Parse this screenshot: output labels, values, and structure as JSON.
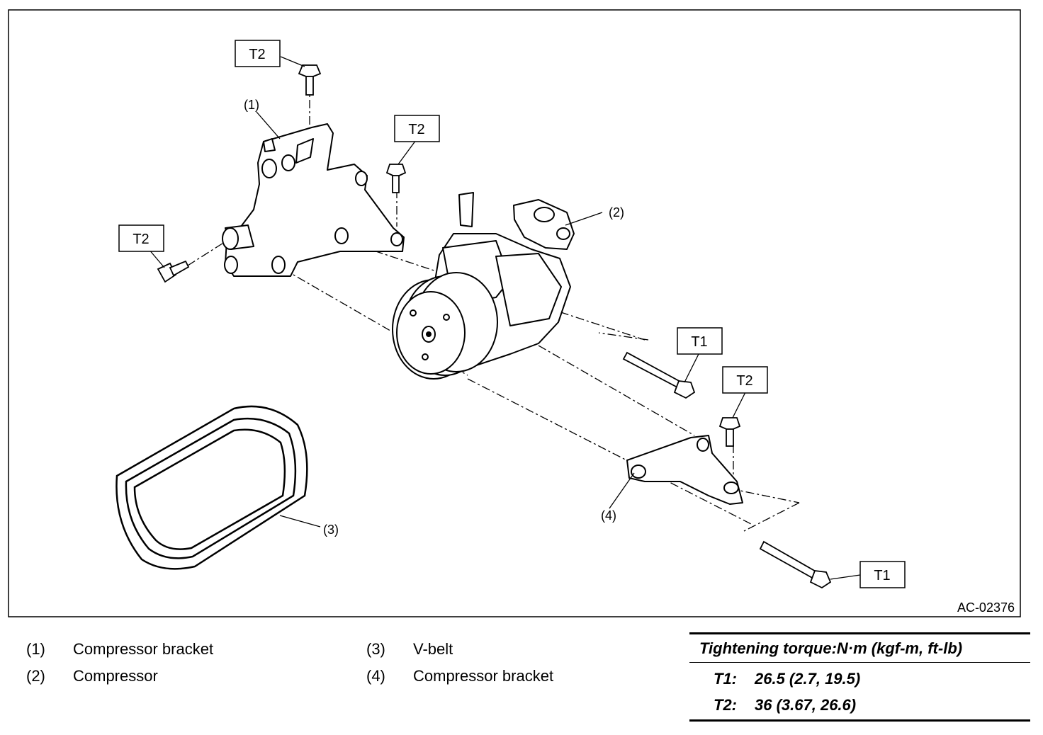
{
  "figure": {
    "id_code": "AC-02376",
    "callouts": {
      "bracket_1": "(1)",
      "compressor_2": "(2)",
      "vbelt_3": "(3)",
      "bracket_4": "(4)"
    },
    "torque_tags": {
      "tag_top": "T2",
      "tag_mid": "T2",
      "tag_left": "T2",
      "tag_right_mid": "T1",
      "tag_right": "T2",
      "tag_bottom": "T1"
    }
  },
  "legend": [
    {
      "num": "(1)",
      "label": "Compressor bracket"
    },
    {
      "num": "(2)",
      "label": "Compressor"
    },
    {
      "num": "(3)",
      "label": "V-belt"
    },
    {
      "num": "(4)",
      "label": "Compressor bracket"
    }
  ],
  "torque_table": {
    "title": "Tightening torque:N·m (kgf-m, ft-lb)",
    "rows": [
      {
        "code": "T1:",
        "value": "26.5 (2.7, 19.5)"
      },
      {
        "code": "T2:",
        "value": "36 (3.67, 26.6)"
      }
    ]
  }
}
